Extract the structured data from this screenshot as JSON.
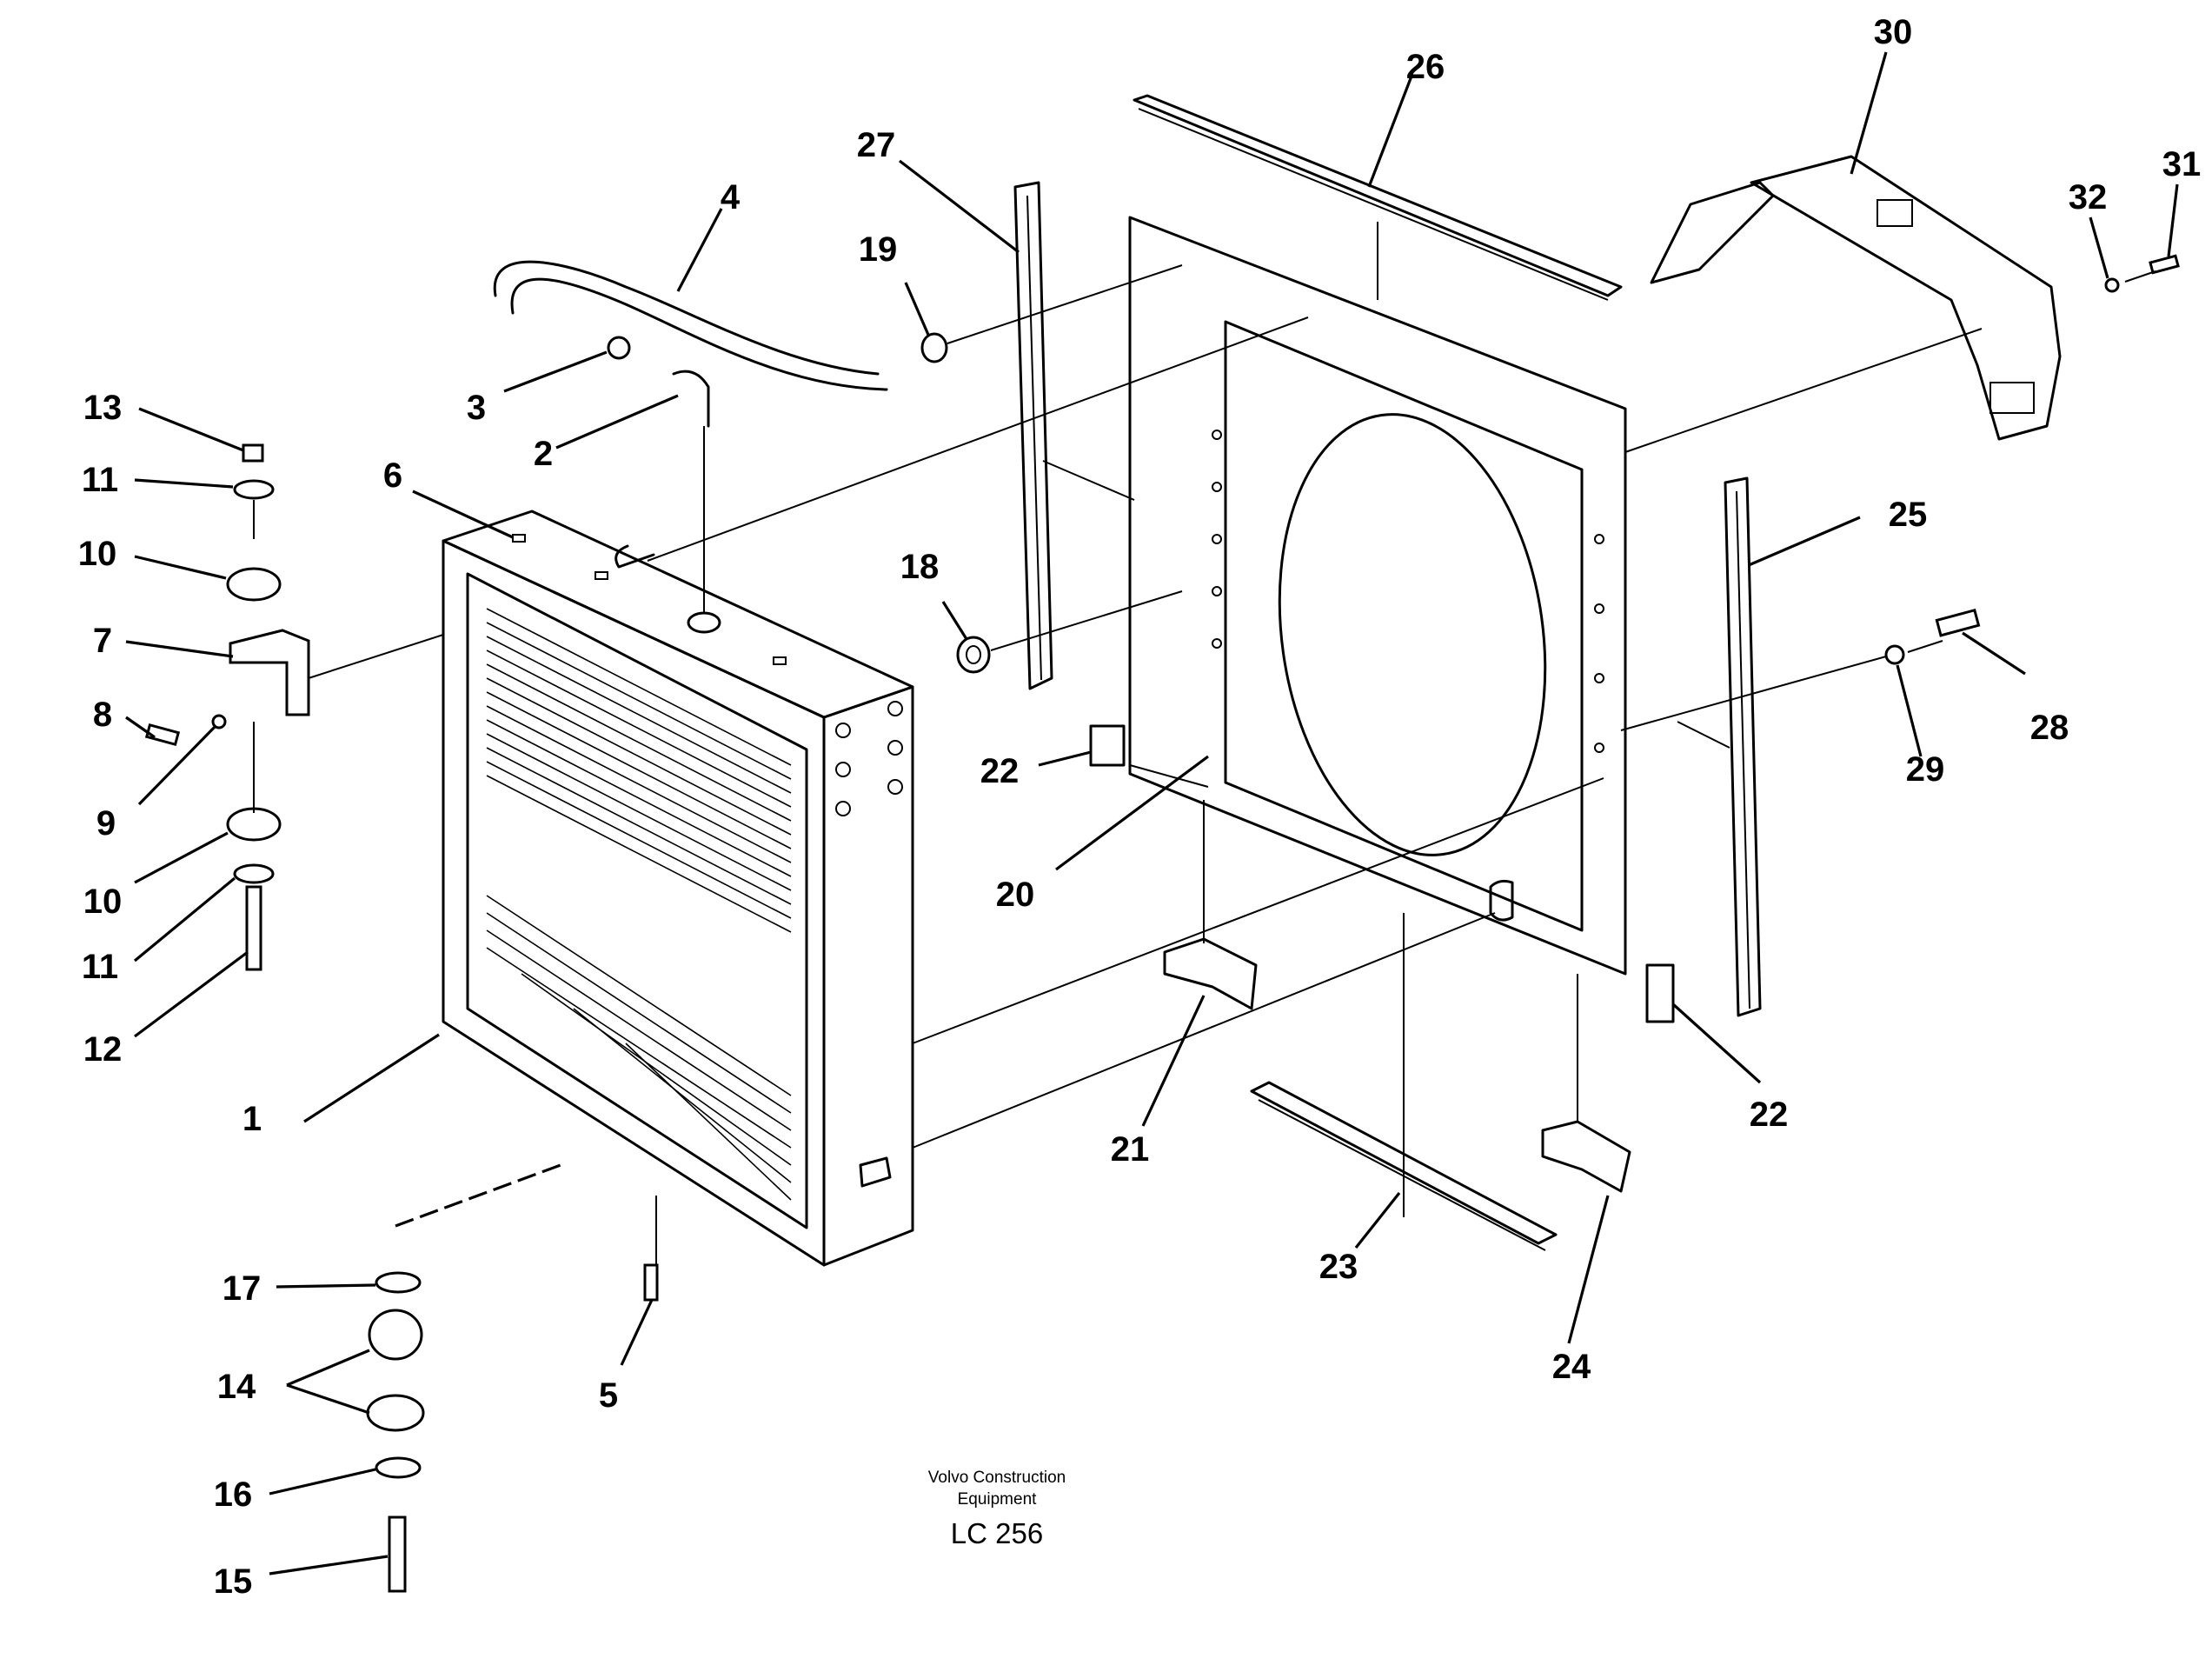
{
  "diagram": {
    "callouts": [
      {
        "id": "c1",
        "label": "1"
      },
      {
        "id": "c2",
        "label": "2"
      },
      {
        "id": "c3",
        "label": "3"
      },
      {
        "id": "c4",
        "label": "4"
      },
      {
        "id": "c5",
        "label": "5"
      },
      {
        "id": "c6",
        "label": "6"
      },
      {
        "id": "c7",
        "label": "7"
      },
      {
        "id": "c8",
        "label": "8"
      },
      {
        "id": "c9",
        "label": "9"
      },
      {
        "id": "c10a",
        "label": "10"
      },
      {
        "id": "c10b",
        "label": "10"
      },
      {
        "id": "c11a",
        "label": "11"
      },
      {
        "id": "c11b",
        "label": "11"
      },
      {
        "id": "c12",
        "label": "12"
      },
      {
        "id": "c13",
        "label": "13"
      },
      {
        "id": "c14",
        "label": "14"
      },
      {
        "id": "c15",
        "label": "15"
      },
      {
        "id": "c16",
        "label": "16"
      },
      {
        "id": "c17",
        "label": "17"
      },
      {
        "id": "c18",
        "label": "18"
      },
      {
        "id": "c19",
        "label": "19"
      },
      {
        "id": "c20",
        "label": "20"
      },
      {
        "id": "c21",
        "label": "21"
      },
      {
        "id": "c22a",
        "label": "22"
      },
      {
        "id": "c22b",
        "label": "22"
      },
      {
        "id": "c23",
        "label": "23"
      },
      {
        "id": "c24",
        "label": "24"
      },
      {
        "id": "c25",
        "label": "25"
      },
      {
        "id": "c26",
        "label": "26"
      },
      {
        "id": "c27",
        "label": "27"
      },
      {
        "id": "c28",
        "label": "28"
      },
      {
        "id": "c29",
        "label": "29"
      },
      {
        "id": "c30",
        "label": "30"
      },
      {
        "id": "c31",
        "label": "31"
      },
      {
        "id": "c32",
        "label": "32"
      }
    ],
    "caption_line1": "Volvo Construction",
    "caption_line2": "Equipment",
    "drawing_code": "LC 256"
  }
}
